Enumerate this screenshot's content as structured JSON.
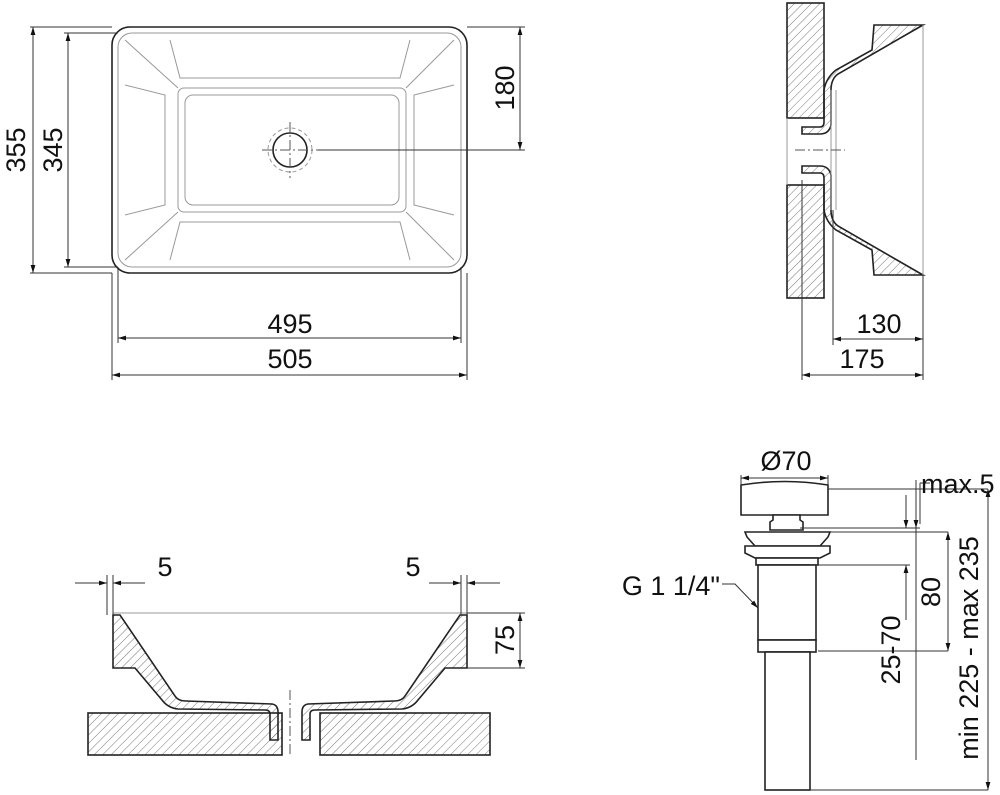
{
  "top_view": {
    "overall_width": "505",
    "inner_width": "495",
    "overall_depth": "355",
    "inner_depth": "345",
    "drain_offset": "180"
  },
  "side_section": {
    "height_total": "175",
    "height_basin": "130"
  },
  "front_section": {
    "rim_left": "5",
    "rim_right": "5",
    "above_counter": "75"
  },
  "drain": {
    "cap_diameter": "Ø70",
    "cap_lift": "max.5",
    "thread": "G 1 1/4\"",
    "body_length": "80",
    "clamp_range": "25-70",
    "total_length": "min 225 - max 235"
  },
  "colors": {
    "line": "#222222",
    "background": "#ffffff"
  }
}
